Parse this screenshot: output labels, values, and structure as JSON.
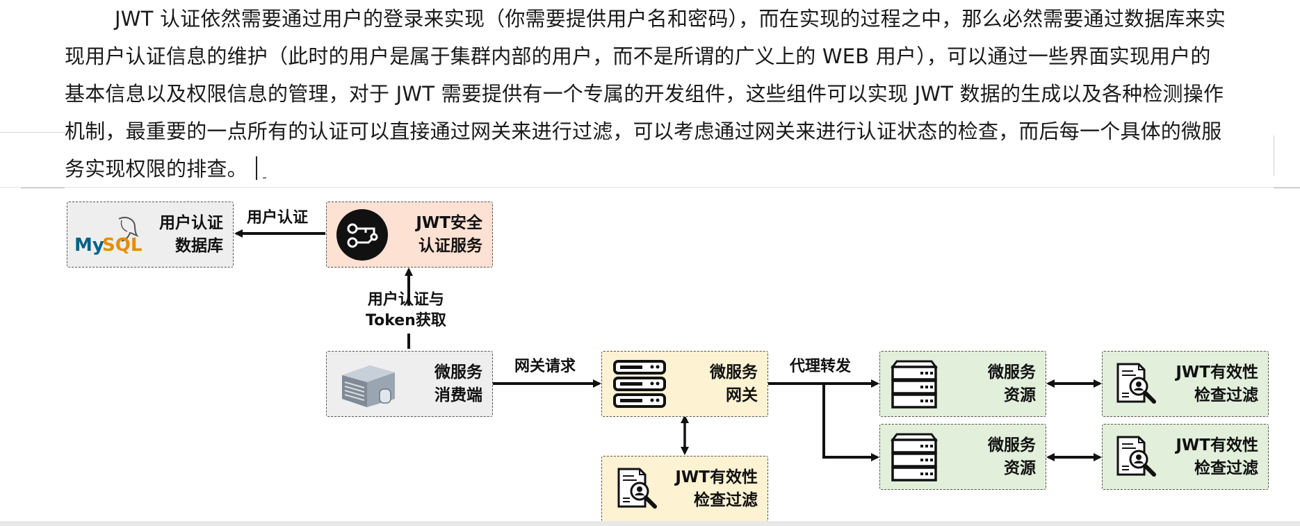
{
  "document": {
    "paragraph_lines": [
      "JWT 认证依然需要通过用户的登录来实现（你需要提供用户名和密码），而在实现的过程之中，那么必然需要通过数据库来实",
      "现用户认证信息的维护（此时的用户是属于集群内部的用户，而不是所谓的广义上的 WEB 用户），可以通过一些界面实现用户的",
      "基本信息以及权限信息的管理，对于 JWT 需要提供有一个专属的开发组件，这些组件可以实现 JWT 数据的生成以及各种检测操作",
      "机制，最重要的一点所有的认证可以直接通过网关来进行过滤，可以考虑通过网关来进行认证状态的检查，而后每一个具体的微服",
      "务实现权限的排查。"
    ]
  },
  "diagram": {
    "nodes": {
      "mysql": {
        "label": "用户认证\n数据库",
        "logo_text": "MySQL",
        "icon": "mysql-dolphin-icon"
      },
      "jwt_service": {
        "label": "JWT安全\n认证服务",
        "icon": "key-network-icon"
      },
      "consumer": {
        "label": "微服务\n消费端",
        "icon": "server-tower-icon"
      },
      "gateway": {
        "label": "微服务\n网关",
        "icon": "server-rack-icon"
      },
      "gateway_filter": {
        "label": "JWT有效性\n检查过滤",
        "icon": "document-user-search-icon"
      },
      "resource_1": {
        "label": "微服务\n资源",
        "icon": "server-rack-icon"
      },
      "resource_2": {
        "label": "微服务\n资源",
        "icon": "server-rack-icon"
      },
      "filter_1": {
        "label": "JWT有效性\n检查过滤",
        "icon": "document-user-search-icon"
      },
      "filter_2": {
        "label": "JWT有效性\n检查过滤",
        "icon": "document-user-search-icon"
      }
    },
    "edges": {
      "auth": "用户认证",
      "auth_token": "用户认证与\nToken获取",
      "gateway_request": "网关请求",
      "proxy_forward": "代理转发"
    },
    "colors": {
      "gray": "#eeeeee",
      "peach": "#fde1d3",
      "yellow": "#fdf2d2",
      "green": "#e2efdb",
      "mysql_blue": "#00618a",
      "mysql_orange": "#e48e00"
    }
  }
}
